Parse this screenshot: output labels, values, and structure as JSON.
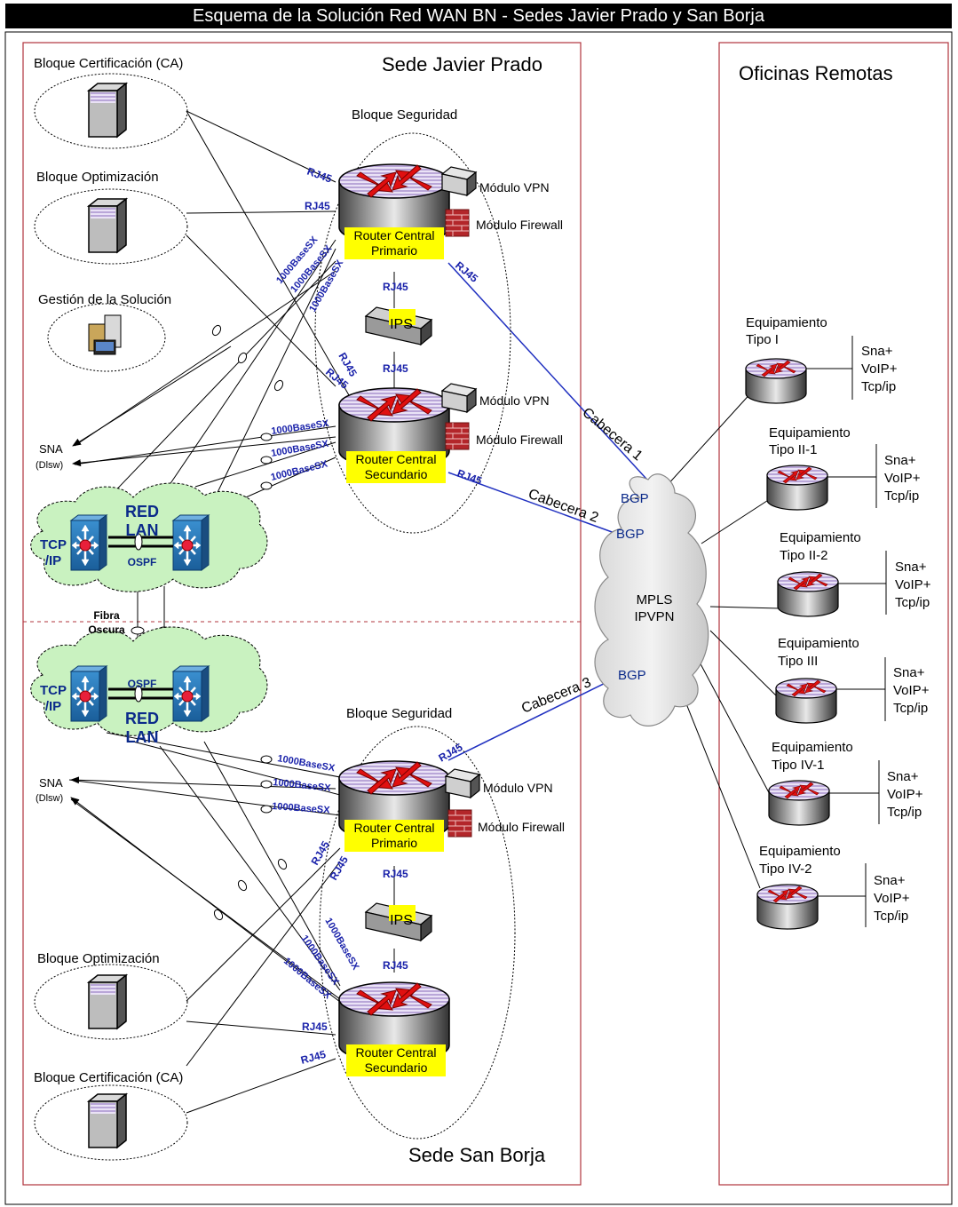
{
  "title": "Esquema de la Solución Red WAN BN - Sedes Javier Prado y San Borja",
  "sede_jp": {
    "name": "Sede Javier Prado",
    "block_ca": "Bloque Certificación (CA)",
    "block_opt": "Bloque Optimización",
    "block_gest": "Gestión de la Solución",
    "block_seg": "Bloque Seguridad",
    "router1": [
      "Router Central",
      "Primario"
    ],
    "router2": [
      "Router Central",
      "Secundario"
    ],
    "vpn": "Módulo VPN",
    "fw": "Módulo Firewall",
    "ips": "IPS",
    "sna": [
      "SNA",
      "(Dlsw)"
    ],
    "lan": [
      "RED",
      "LAN"
    ],
    "ospf": "OSPF",
    "tcp": [
      "TCP",
      "/IP"
    ]
  },
  "sede_sb": {
    "name": "Sede San Borja",
    "block_opt": "Bloque Optimización",
    "block_ca": "Bloque Certificación (CA)",
    "block_seg": "Bloque Seguridad",
    "router1": [
      "Router Central",
      "Primario"
    ],
    "router2": [
      "Router Central",
      "Secundario"
    ],
    "vpn": "Módulo VPN",
    "fw": "Módulo Firewall",
    "ips": "IPS",
    "sna": [
      "SNA",
      "(Dlsw)"
    ],
    "lan": [
      "RED",
      "LAN"
    ],
    "ospf": "OSPF",
    "tcp": [
      "TCP",
      "/IP"
    ]
  },
  "fibra": [
    "Fibra",
    "Oscura"
  ],
  "links": {
    "rj45": "RJ45",
    "gbe": "1000BaseSX"
  },
  "cloud": [
    "MPLS",
    "IPVPN"
  ],
  "bgp": "BGP",
  "cabeceras": [
    "Cabecera 1",
    "Cabecera 2",
    "Cabecera 3"
  ],
  "remote": {
    "title": "Oficinas Remotas",
    "services": [
      "Sna+",
      "VoIP+",
      "Tcp/ip"
    ],
    "devices": [
      [
        "Equipamiento",
        "Tipo I"
      ],
      [
        "Equipamiento",
        "Tipo II-1"
      ],
      [
        "Equipamiento",
        "Tipo II-2"
      ],
      [
        "Equipamiento",
        "Tipo III"
      ],
      [
        "Equipamiento",
        "Tipo IV-1"
      ],
      [
        "Equipamiento",
        "Tipo IV-2"
      ]
    ]
  },
  "colors": {
    "frame_red": "#b0343c",
    "link_blue": "#2030c0",
    "cloud_green": "#c9f2c0",
    "router_red": "#e01010",
    "yellow": "#ffff00"
  }
}
